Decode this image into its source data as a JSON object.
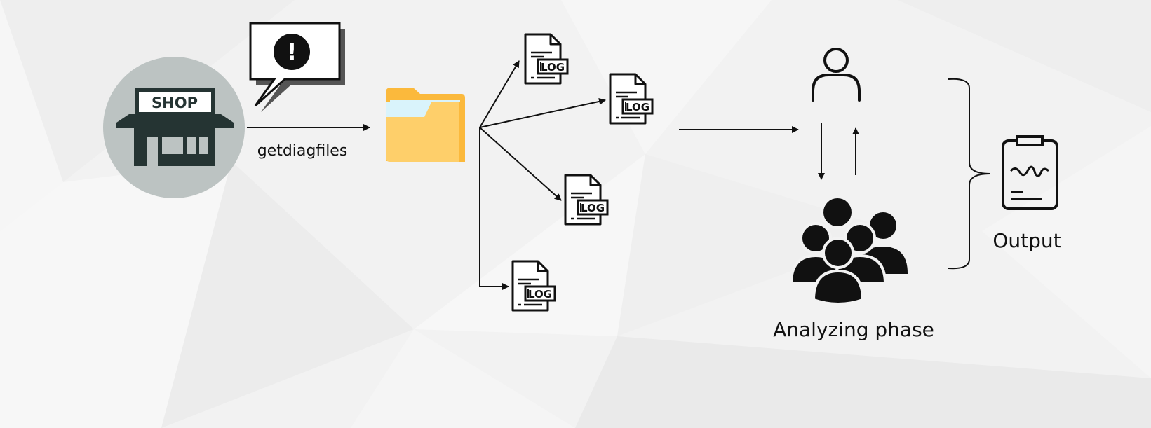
{
  "shop": {
    "sign_text": "SHOP",
    "alert_glyph": "!",
    "icon": "shop-icon"
  },
  "speech_bubble": {
    "icon": "exclamation-icon"
  },
  "arrow_label": "getdiagfiles",
  "folder": {
    "icon": "folder-icon"
  },
  "log_files": [
    {
      "label": "LOG"
    },
    {
      "label": "LOG"
    },
    {
      "label": "LOG"
    },
    {
      "label": "LOG"
    }
  ],
  "analysis": {
    "label": "Analyzing phase",
    "icons": [
      "user-icon",
      "group-icon"
    ]
  },
  "output": {
    "label": "Output",
    "icon": "clipboard-icon"
  },
  "colors": {
    "background": "#f2f2f2",
    "shop_circle": "#bcc3c2",
    "shop_dark": "#253433",
    "folder_front": "#fecf6a",
    "folder_back": "#fbb93c",
    "folder_paper": "#d9f3fb"
  }
}
